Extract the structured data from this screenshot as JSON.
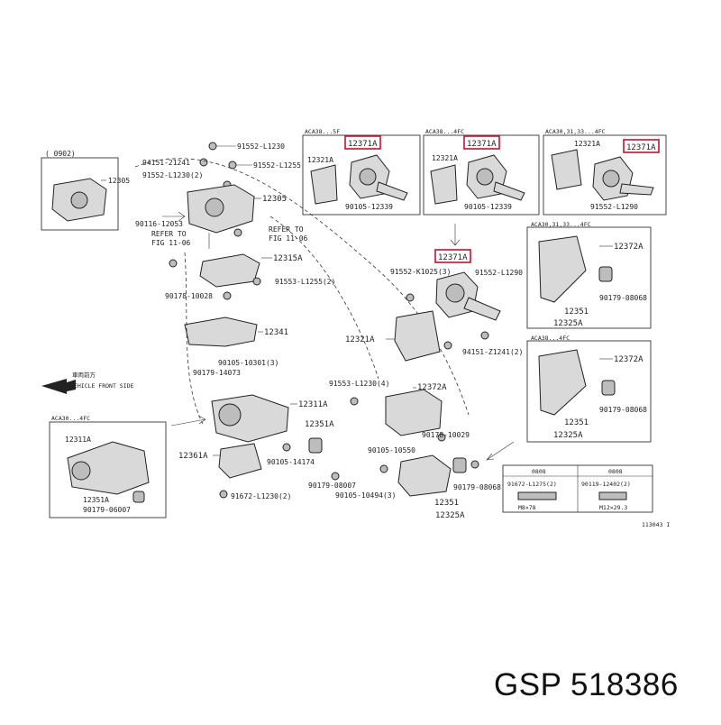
{
  "brand": {
    "label": "GSP 518386"
  },
  "diagram_code": "113043 I",
  "notes": {
    "note_0902": "(      0902)",
    "vehicle_front": "VEHICLE FRONT SIDE",
    "vehicle_front_jp": "車両前方",
    "refer_a": "REFER TO",
    "refer_a2": "FIG 11-06",
    "refer_b": "REFER TO",
    "refer_b2": "FIG 11-06"
  },
  "variants": {
    "v1": "ACA38...5F",
    "v2": "ACA38...4FC",
    "v3": "ACA30,31,33...4FC",
    "v4": "ACA30,31,33...4FC",
    "v5": "ACA38...4FC",
    "v6": "ACA30...4FC"
  },
  "highlighted": {
    "part_a": "12371A",
    "part_b": "12371A",
    "part_c": "12371A",
    "part_d": "12371A"
  },
  "parts": {
    "p12305_top": "12305",
    "p12305_main": "12305",
    "p94151_21241": "94151-21241",
    "p91552_L1230": "91552-L1230",
    "p91552_L1255": "91552-L1255",
    "p91552_L1230_2": "91552-L1230(2)",
    "p90116_12053": "90116-12053",
    "p12315A": "12315A",
    "p91553_L1255_2": "91553-L1255(2)",
    "p90178_10028": "90178-10028",
    "p12341": "12341",
    "p90105_10301_3": "90105-10301(3)",
    "p90179_14073": "90179-14073",
    "p12311A": "12311A",
    "p12351A_main": "12351A",
    "p12361A": "12361A",
    "p90105_14174": "90105-14174",
    "p90179_08007": "90179-08007",
    "p90105_10494_3": "90105-10494(3)",
    "p91672_L1230_2": "91672-L1230(2)",
    "p12311A_inset": "12311A",
    "p12351A_inset": "12351A",
    "p90179_06007": "90179-06007",
    "p12321A_1": "12321A",
    "p90105_12339_1": "90105-12339",
    "p12321A_2": "12321A",
    "p90105_12339_2": "90105-12339",
    "p12321A_3": "12321A",
    "p91552_L1290_3": "91552-L1290",
    "p91552_K1025_3": "91552-K1025(3)",
    "p91552_L1290_c": "91552-L1290",
    "p12321A_c": "12321A",
    "p94151_Z1241_2": "94151-Z1241(2)",
    "p12372A_r1": "12372A",
    "p90179_08068_r1": "90179-08068",
    "p12351_r1": "12351",
    "p12325A_r1": "12325A",
    "p12372A_r2": "12372A",
    "p90179_08068_r2": "90179-08068",
    "p12351_r2": "12351",
    "p12325A_r2": "12325A",
    "p91553_L1230_4": "91553-L1230(4)",
    "p12372A_c": "12372A",
    "p90178_10029": "90178-10029",
    "p90105_10550": "90105-10550",
    "p90179_08068_c": "90179-08068",
    "p12351_c": "12351",
    "p12325A_c": "12325A"
  },
  "table": {
    "col1_head": "0808",
    "col2_head": "0808",
    "col1_part": "91672-L1275(2)",
    "col2_part": "90119-12402(2)",
    "col1_dim": "M8×78",
    "col2_dim": "M12×29.3"
  }
}
